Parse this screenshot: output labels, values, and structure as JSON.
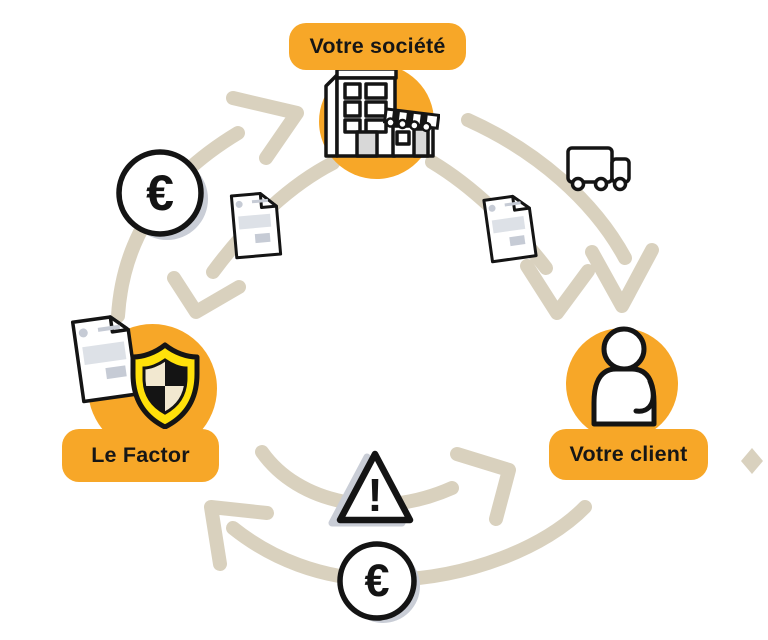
{
  "diagram": {
    "type": "factoring-cycle",
    "background": "#FFFFFF",
    "nodes": {
      "company": {
        "label": "Votre société",
        "icon": "building-icon"
      },
      "factor": {
        "label": "Le Factor",
        "icon": "invoice-shield-icon"
      },
      "client": {
        "label": "Votre client",
        "icon": "person-icon"
      }
    },
    "edges": [
      {
        "from": "factor",
        "to": "company",
        "icon": "euro-coin-icon"
      },
      {
        "from": "company",
        "to": "factor",
        "icon": "invoice-icon"
      },
      {
        "from": "company",
        "to": "client",
        "icon": "truck-icon"
      },
      {
        "from": "company",
        "to": "client",
        "icon": "invoice-icon"
      },
      {
        "from": "factor",
        "to": "client",
        "icon": "warning-triangle-icon"
      },
      {
        "from": "client",
        "to": "factor",
        "icon": "euro-coin-icon"
      }
    ],
    "symbols": {
      "euro": "€",
      "exclamation": "!"
    },
    "colors": {
      "accent_orange": "#F7A728",
      "arrow_beige": "#D9D1BE",
      "shield_yellow": "#FFE10A",
      "shield_cream": "#F2E8D0",
      "ink": "#141414",
      "doc_gray_light": "#DDE1E7",
      "doc_gray": "#C6CBD5",
      "shadow_gray": "#C9CDD6"
    }
  }
}
